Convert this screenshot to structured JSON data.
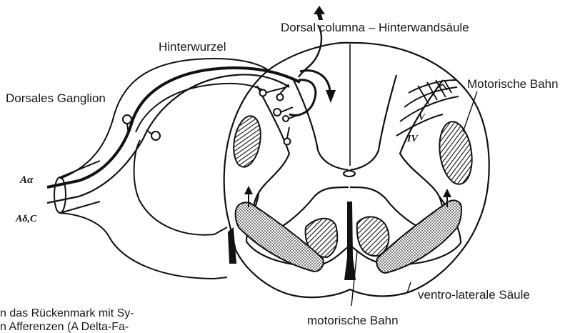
{
  "labels": {
    "dorsal_column": "Dorsal columna  –  Hinterwandsäule",
    "hinterwurzel": "Hinterwurzel",
    "dorsales_ganglion": "Dorsales Ganglion",
    "motorische_bahn_right": "Motorische Bahn",
    "ventro_laterale": "ventro-laterale Säule",
    "motorische_bahn_bottom": "motorische Bahn",
    "fiber_a_alpha": "Aα",
    "fiber_a_delta_c": "Aδ,C",
    "lamina_roman": "IV",
    "lamina_roman_2": "V"
  },
  "caption": {
    "line1": "n das Rückenmark mit Sy-",
    "line2": "n Afferenzen (A Delta-Fa-"
  }
}
